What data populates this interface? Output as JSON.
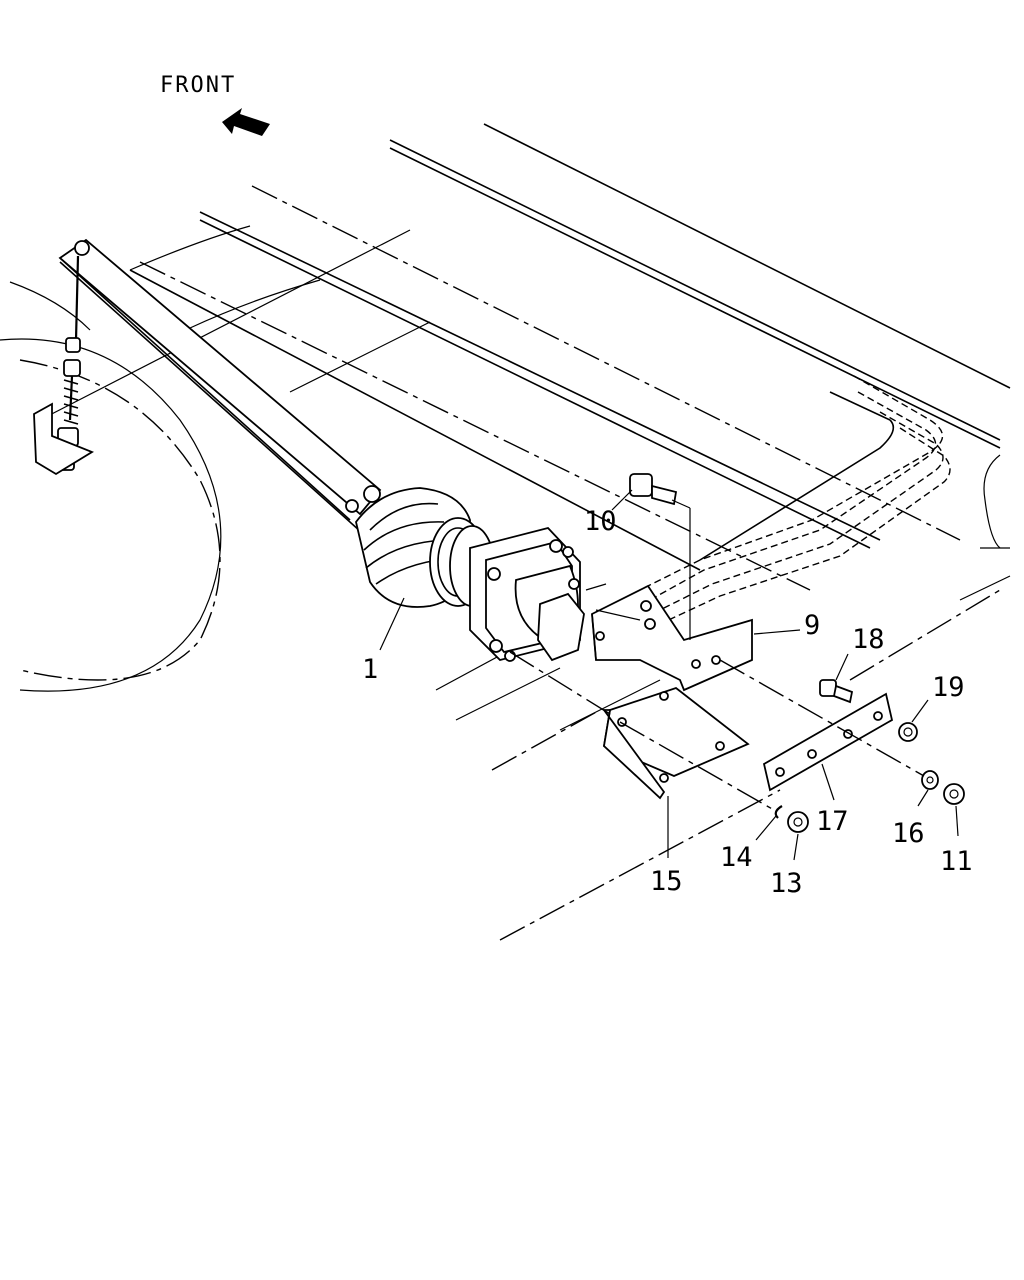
{
  "direction": {
    "label": "FRONT",
    "arrow_icon": "arrow-up-left-icon"
  },
  "callouts": [
    {
      "id": "1",
      "text": "1"
    },
    {
      "id": "9",
      "text": "9"
    },
    {
      "id": "10",
      "text": "10"
    },
    {
      "id": "11",
      "text": "11"
    },
    {
      "id": "13",
      "text": "13"
    },
    {
      "id": "14",
      "text": "14"
    },
    {
      "id": "15",
      "text": "15"
    },
    {
      "id": "16",
      "text": "16"
    },
    {
      "id": "17",
      "text": "17"
    },
    {
      "id": "18",
      "text": "18"
    },
    {
      "id": "19",
      "text": "19"
    }
  ]
}
